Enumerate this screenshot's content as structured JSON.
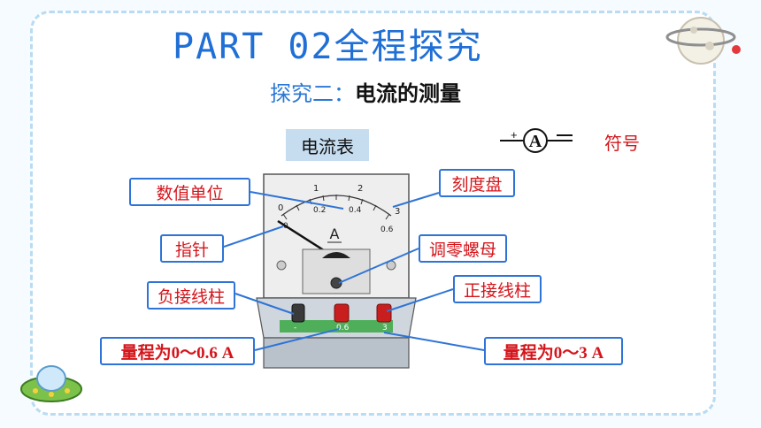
{
  "slide": {
    "title": "PART 02全程探究",
    "subtitle_prefix": "探究二：",
    "subtitle_main": "电流的测量"
  },
  "section_tag": "电流表",
  "symbol": {
    "plus": "+",
    "letter": "A",
    "label": "符号"
  },
  "labels": {
    "scale_unit": "数值单位",
    "dial": "刻度盘",
    "pointer": "指针",
    "zero_adjust": "调零螺母",
    "negative_terminal": "负接线柱",
    "positive_terminal": "正接线柱",
    "range_small": "量程为0～0.6 A",
    "range_large": "量程为0～3 A"
  },
  "meter": {
    "unit": "A",
    "scale_top": [
      "0",
      "1",
      "2",
      "3"
    ],
    "scale_bottom": [
      "0",
      "0.2",
      "0.4",
      "0.6"
    ],
    "terminal_labels": [
      "-",
      "0.6",
      "3"
    ]
  },
  "colors": {
    "title": "#1f6fd6",
    "label_text": "#d4151b",
    "label_border": "#2e74d6",
    "tag_bg": "#c6dcef",
    "leader_line": "#2e74d6"
  }
}
